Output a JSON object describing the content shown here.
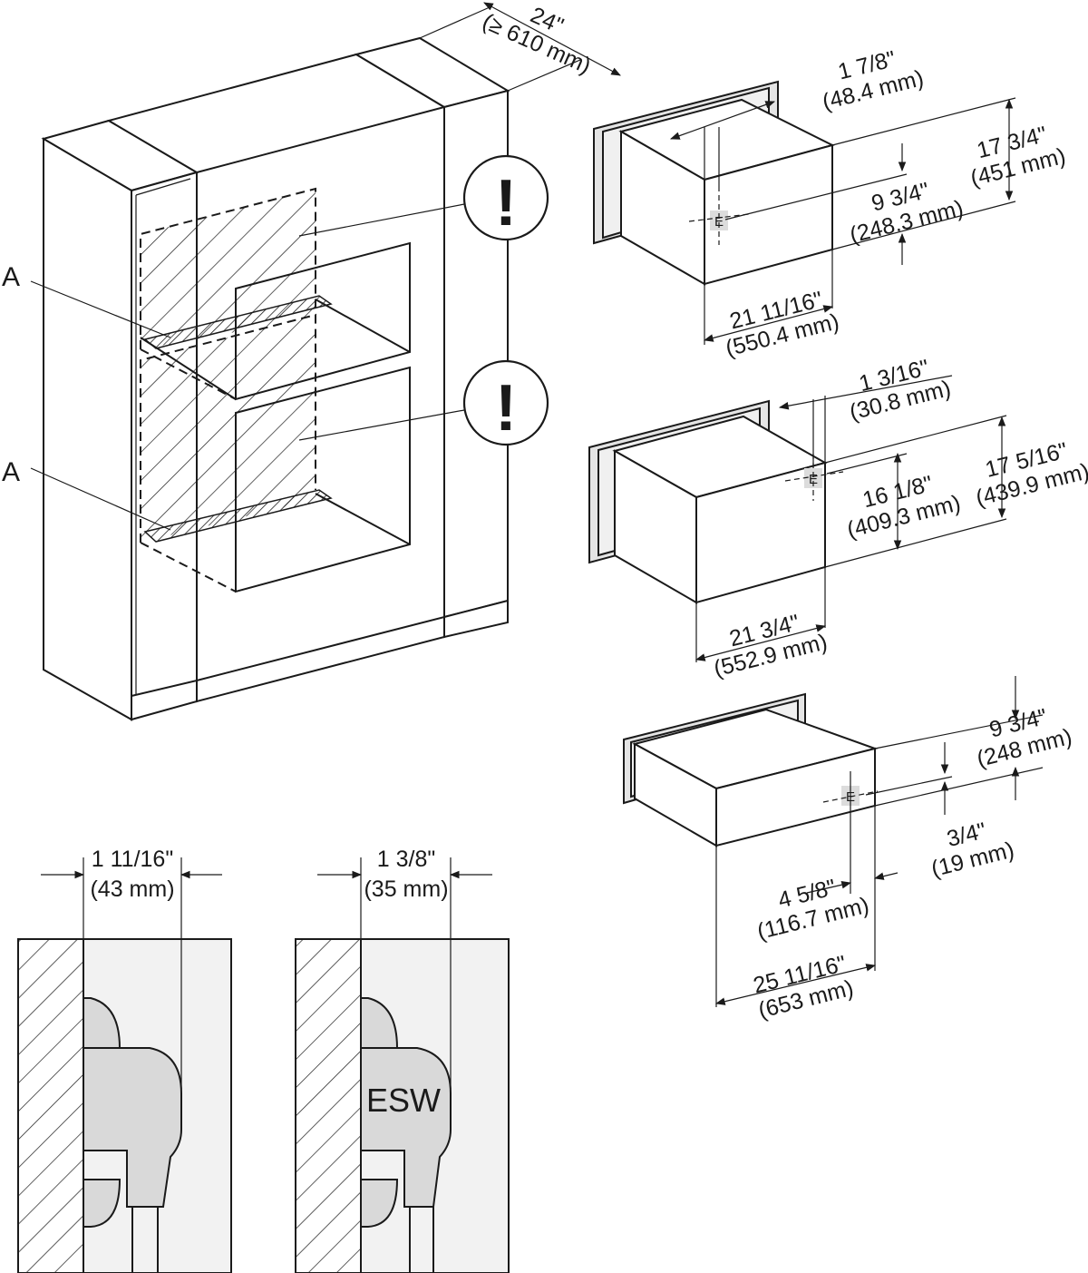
{
  "labels": {
    "niche_depth": {
      "inch": "24\"",
      "mm": "(≥ 610 mm)"
    },
    "marker_a": "A",
    "warning_symbol": "!",
    "unit_e": "E",
    "esw": "ESW"
  },
  "unit1": {
    "front_offset": {
      "inch": "1 7/8\"",
      "mm": "(48.4 mm)"
    },
    "e_height": {
      "inch": "9 3/4\"",
      "mm": "(248.3 mm)"
    },
    "total_height": {
      "inch": "17 3/4\"",
      "mm": "(451 mm)"
    },
    "depth": {
      "inch": "21 11/16\"",
      "mm": "(550.4 mm)"
    }
  },
  "unit2": {
    "front_offset": {
      "inch": "1 3/16\"",
      "mm": "(30.8 mm)"
    },
    "e_height": {
      "inch": "16 1/8\"",
      "mm": "(409.3 mm)"
    },
    "total_height": {
      "inch": "17 5/16\"",
      "mm": "(439.9 mm)"
    },
    "depth": {
      "inch": "21 3/4\"",
      "mm": "(552.9 mm)"
    }
  },
  "unit3": {
    "total_height": {
      "inch": "9 3/4\"",
      "mm": "(248 mm)"
    },
    "e_height": {
      "inch": "3/4\"",
      "mm": "(19 mm)"
    },
    "e_offset": {
      "inch": "4 5/8\"",
      "mm": "(116.7 mm)"
    },
    "depth": {
      "inch": "25 11/16\"",
      "mm": "(653 mm)"
    }
  },
  "detail1": {
    "inch": "1 11/16\"",
    "mm": "(43 mm)"
  },
  "detail2": {
    "inch": "1 3/8\"",
    "mm": "(35 mm)"
  }
}
